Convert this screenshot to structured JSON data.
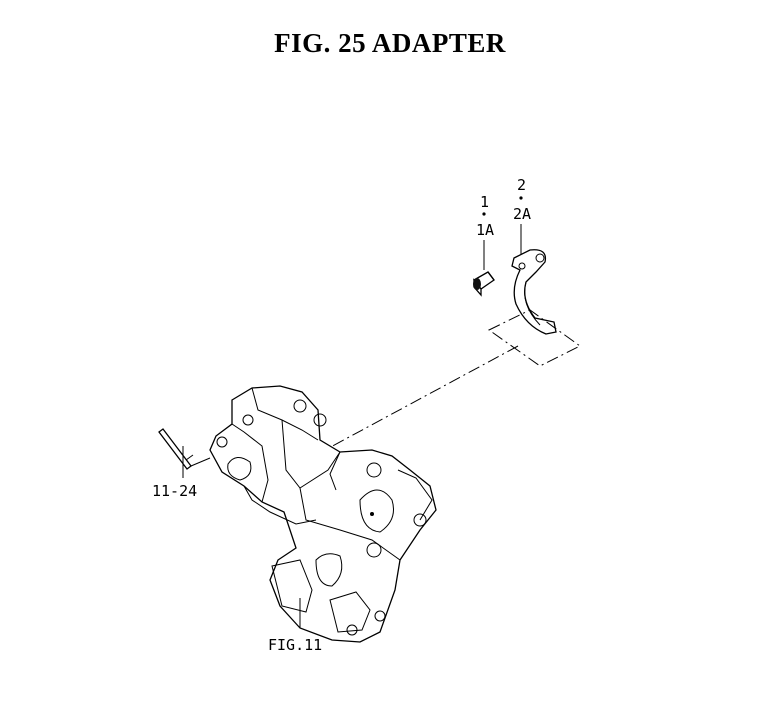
{
  "title": "FIG. 25  ADAPTER",
  "callouts": {
    "part1": "1",
    "part1a": "1A",
    "part2": "2",
    "part2a": "2A",
    "ref_stud": "11-24",
    "ref_fig": "FIG.11"
  }
}
